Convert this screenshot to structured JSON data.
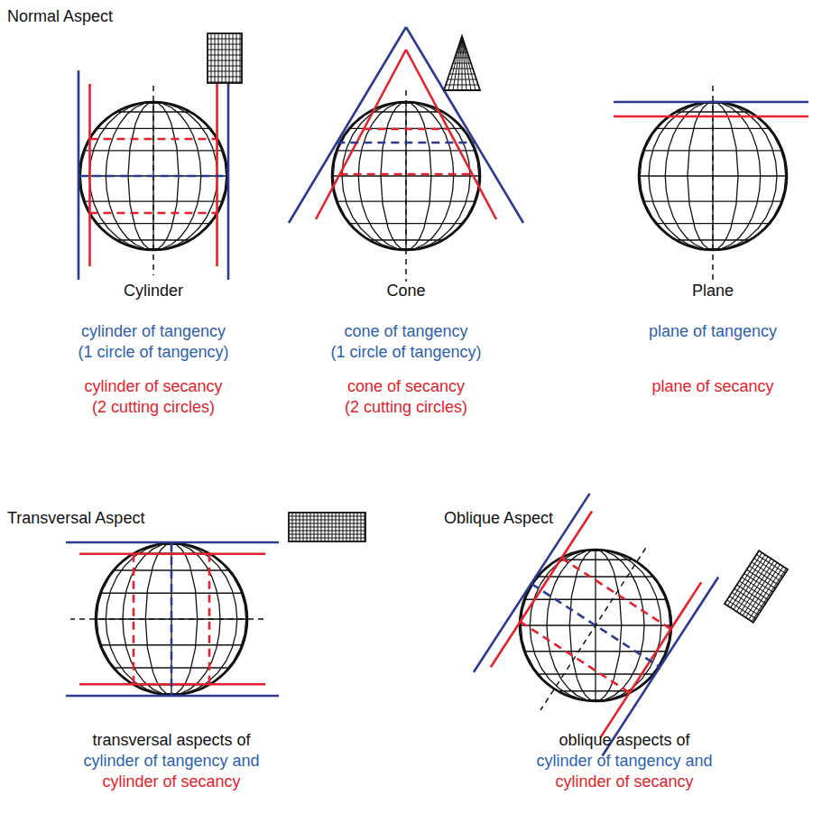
{
  "diagram": {
    "labels": [
      "Normal Aspect",
      "Cylinder",
      "Cone",
      "Plane",
      "cylinder of tangency",
      "(1 circle of tangency)",
      "cone of tangency",
      "(1 circle of tangency)",
      "plane of tangency",
      "cylinder of secancy",
      "(2 cutting circles)",
      "cone of secancy",
      "(2 cutting circles)",
      "plane of secancy",
      "Transversal Aspect",
      "Oblique Aspect",
      "transversal aspects of",
      "cylinder of tangency and",
      "cylinder of secancy",
      "oblique aspects of",
      "cylinder of tangency and",
      "cylinder of secancy"
    ]
  }
}
